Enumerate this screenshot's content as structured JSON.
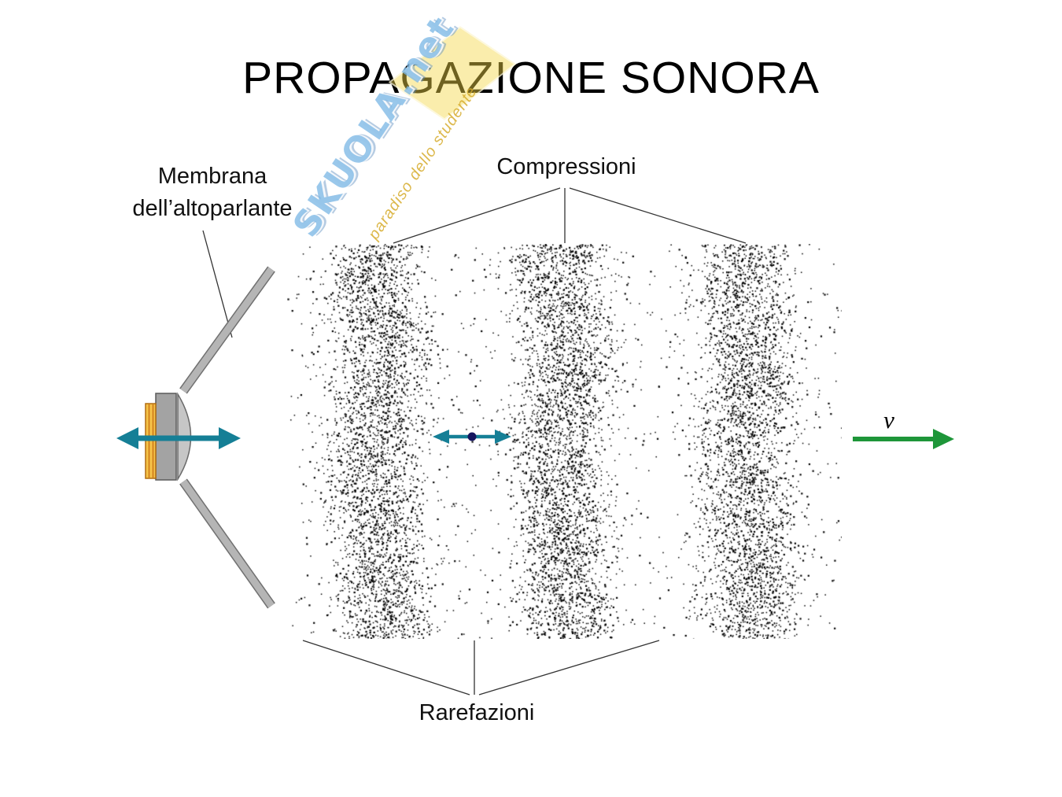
{
  "title": "PROPAGAZIONE SONORA",
  "watermark": {
    "brand": "SKUOLA.net",
    "tagline": "paradiso dello studente"
  },
  "labels": {
    "membrane_line1": "Membrana",
    "membrane_line2": "dell’altoparlante",
    "compressions": "Compressioni",
    "rarefactions": "Rarefazioni",
    "velocity": "v"
  },
  "colors": {
    "arrow_teal": "#157f96",
    "arrow_green": "#1e9639",
    "dot": "#000000",
    "particle_marker": "#15155e",
    "pointer_line": "#333333",
    "cone_light": "#b5b5b5",
    "cone_dark": "#707070",
    "magnet_fill": "#a3a3a3",
    "magnet_stroke": "#5a5a5a",
    "coil_fill": "#f6c44a",
    "coil_stroke": "#b06c10",
    "coil_stripe": "#d2821e",
    "dome_fill": "#c6c6c6",
    "dome_stroke": "#6a6a6a"
  },
  "diagram": {
    "type": "longitudinal-sound-wave",
    "compression_band_centers_rel": [
      0.163,
      0.497,
      0.83
    ],
    "wavelength_rel": 0.333,
    "dot_count": 30000,
    "floor_density": 0.035,
    "peak_density": 0.93,
    "sharpness": 2.4
  }
}
